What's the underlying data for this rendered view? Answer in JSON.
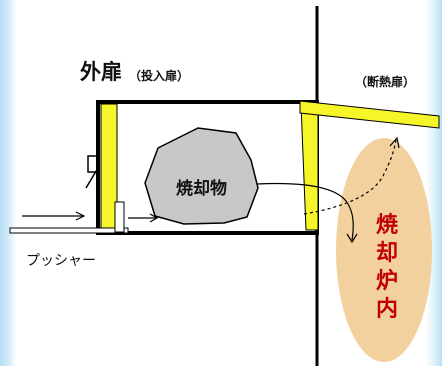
{
  "labels": {
    "outer_door": "外扉",
    "outer_door_sub": "（投入扉）",
    "insulated_door": "（断熱扉）",
    "material": "焼却物",
    "pusher": "プッシャー",
    "furnace_interior": "焼却炉内"
  },
  "colors": {
    "door_yellow": "#f5f52a",
    "furnace_fill": "#f2d19f",
    "material_fill": "#c8c8c8",
    "furnace_text": "#c00000",
    "line": "#000000"
  }
}
